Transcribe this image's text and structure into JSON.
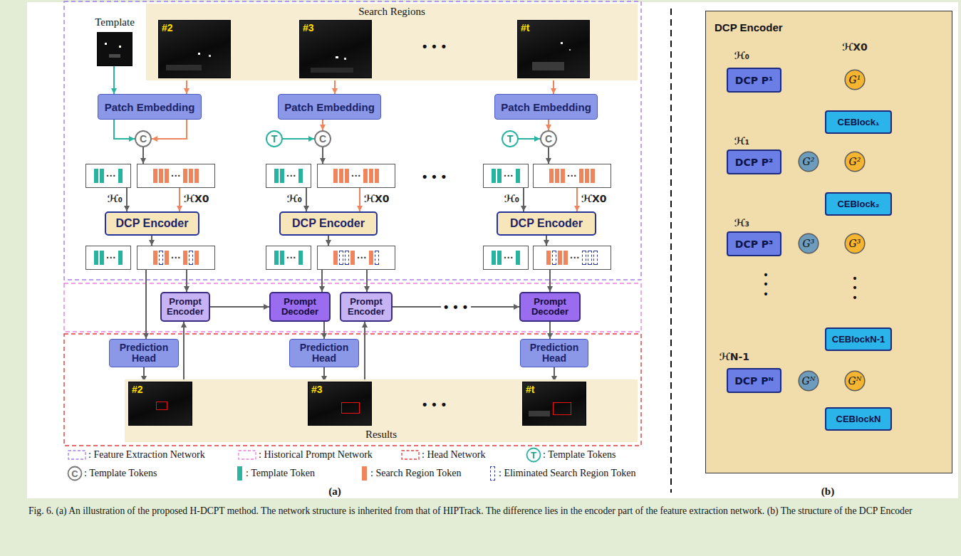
{
  "diagram": {
    "caption": "Fig. 6. (a) An illustration of the proposed H-DCPT method. The network structure is inherited from that of HIPTrack. The difference lies in the encoder part of the feature extraction network. (b) The structure of the DCP Encoder",
    "nodes": [
      {
        "text": [
          "Template"
        ]
      },
      {
        "text": [
          "Search Regions"
        ]
      },
      {
        "text": [
          "#2"
        ],
        "in": 1
      },
      {
        "text": [
          "#3"
        ],
        "in": 1
      },
      {
        "text": [
          "#t"
        ],
        "in": 1
      },
      {
        "text": [
          "Patch Embedding"
        ]
      },
      {
        "text": [
          "Patch Embedding"
        ]
      },
      {
        "text": [
          "Patch Embedding"
        ]
      },
      {
        "text": [
          "C"
        ]
      },
      {
        "text": [
          "T"
        ]
      },
      {
        "text": [
          "C"
        ]
      },
      {
        "text": [
          "T"
        ]
      },
      {
        "text": [
          "C"
        ]
      },
      {
        "text": [
          "···"
        ]
      },
      {
        "text": [
          "···"
        ]
      },
      {
        "text": [
          "···"
        ]
      },
      {
        "text": [
          "···"
        ]
      },
      {
        "text": [
          "···"
        ]
      },
      {
        "text": [
          "···"
        ]
      },
      {
        "text": [
          "DCP Encoder"
        ]
      },
      {
        "text": [
          "DCP Encoder"
        ]
      },
      {
        "text": [
          "DCP Encoder"
        ]
      },
      {
        "text": [
          "···"
        ]
      },
      {
        "text": [
          "···"
        ]
      },
      {
        "text": [
          "···"
        ]
      },
      {
        "text": [
          "···"
        ]
      },
      {
        "text": [
          "···"
        ]
      },
      {
        "text": [
          "···"
        ]
      },
      {
        "text": [
          "Prompt Encoder"
        ]
      },
      {
        "text": [
          "Prompt Decoder"
        ]
      },
      {
        "text": [
          "Prompt Encoder"
        ]
      },
      {
        "text": [
          "Prompt Decoder"
        ]
      },
      {
        "text": [
          "Prediction Head"
        ]
      },
      {
        "text": [
          "Prediction Head"
        ]
      },
      {
        "text": [
          "Prediction Head"
        ]
      },
      {
        "text": [
          "Results"
        ]
      },
      {
        "text": [
          "#2"
        ],
        "in": 35
      },
      {
        "text": [
          "#3"
        ],
        "in": 35
      },
      {
        "text": [
          "#t"
        ],
        "in": 35
      },
      {
        "text": [
          "DCP Encoder"
        ]
      },
      {
        "text": [
          "DCP P¹"
        ],
        "in": 39
      },
      {
        "text": [
          "G¹"
        ],
        "in": 39
      },
      {
        "text": [
          "CEBlock₁"
        ],
        "in": 39
      },
      {
        "text": [
          "DCP P²"
        ],
        "in": 39
      },
      {
        "text": [
          "G²"
        ],
        "in": 39
      },
      {
        "text": [
          "G²"
        ],
        "in": 39
      },
      {
        "text": [
          "CEBlock₂"
        ],
        "in": 39
      },
      {
        "text": [
          "DCP P³"
        ],
        "in": 39
      },
      {
        "text": [
          "G³"
        ],
        "in": 39
      },
      {
        "text": [
          "G³"
        ],
        "in": 39
      },
      {
        "text": [
          "CEBlockN-1"
        ],
        "in": 39
      },
      {
        "text": [
          "DCP Pᴺ"
        ],
        "in": 39
      },
      {
        "text": [
          "Gᴺ"
        ],
        "in": 39
      },
      {
        "text": [
          "Gᴺ"
        ],
        "in": 39
      },
      {
        "text": [
          "CEBlockN"
        ],
        "in": 39
      }
    ],
    "edges": [
      {
        "from": 0,
        "to": 5,
        "arrow": "to"
      },
      {
        "from": 2,
        "to": 5,
        "arrow": "to"
      },
      {
        "from": 3,
        "to": 6,
        "arrow": "to"
      },
      {
        "from": 4,
        "to": 7,
        "arrow": "to"
      },
      {
        "from": 5,
        "to": 8,
        "arrow": "to"
      },
      {
        "from": 5,
        "to": 8,
        "arrow": "to"
      },
      {
        "from": 9,
        "to": 10,
        "arrow": "to"
      },
      {
        "from": 6,
        "to": 10,
        "arrow": "to"
      },
      {
        "from": 11,
        "to": 12,
        "arrow": "to"
      },
      {
        "from": 7,
        "to": 12,
        "arrow": "to"
      },
      {
        "from": 8,
        "to": 14,
        "arrow": "to"
      },
      {
        "from": 10,
        "to": 16,
        "arrow": "to"
      },
      {
        "from": 12,
        "to": 18,
        "arrow": "to"
      },
      {
        "from": 13,
        "to": 19,
        "label": "ℋ₀",
        "arrow": "to"
      },
      {
        "from": 14,
        "to": 19,
        "label": "ℋX0",
        "arrow": "to"
      },
      {
        "from": 15,
        "to": 20,
        "label": "ℋ₀",
        "arrow": "to"
      },
      {
        "from": 16,
        "to": 20,
        "label": "ℋX0",
        "arrow": "to"
      },
      {
        "from": 17,
        "to": 21,
        "label": "ℋ₀",
        "arrow": "to"
      },
      {
        "from": 18,
        "to": 21,
        "label": "ℋX0",
        "arrow": "to"
      },
      {
        "from": 19,
        "to": 23,
        "arrow": "to"
      },
      {
        "from": 20,
        "to": 25,
        "arrow": "to"
      },
      {
        "from": 21,
        "to": 27,
        "arrow": "to"
      },
      {
        "from": 23,
        "to": 32,
        "arrow": "to"
      },
      {
        "from": 23,
        "to": 28,
        "arrow": "to"
      },
      {
        "from": 32,
        "to": 36,
        "arrow": "to"
      },
      {
        "from": 36,
        "to": 28,
        "arrow": "to"
      },
      {
        "from": 28,
        "to": 29,
        "arrow": "to"
      },
      {
        "from": 25,
        "to": 29,
        "arrow": "to"
      },
      {
        "from": 25,
        "to": 30,
        "arrow": "to"
      },
      {
        "from": 29,
        "to": 33,
        "arrow": "to"
      },
      {
        "from": 33,
        "to": 37,
        "arrow": "to"
      },
      {
        "from": 37,
        "to": 30,
        "arrow": "to"
      },
      {
        "from": 30,
        "to": 31,
        "label": "• • •",
        "arrow": "to"
      },
      {
        "from": 27,
        "to": 31,
        "arrow": "to"
      },
      {
        "from": 31,
        "to": 34,
        "arrow": "to"
      },
      {
        "from": 34,
        "to": 38,
        "arrow": "to"
      },
      {
        "from": 40,
        "to": 41,
        "arrow": "to"
      },
      {
        "from": 40,
        "to": 44,
        "arrow": "to"
      },
      {
        "from": 41,
        "to": 42,
        "arrow": "to"
      },
      {
        "from": 42,
        "to": 45,
        "arrow": "to"
      },
      {
        "from": 43,
        "to": 44,
        "arrow": "to"
      },
      {
        "from": 44,
        "to": 45,
        "arrow": "to"
      },
      {
        "from": 45,
        "to": 46,
        "arrow": "to"
      },
      {
        "from": 43,
        "to": 48,
        "arrow": "to"
      },
      {
        "from": 46,
        "to": 49,
        "arrow": "to"
      },
      {
        "from": 47,
        "to": 48,
        "arrow": "to"
      },
      {
        "from": 48,
        "to": 49,
        "arrow": "to"
      },
      {
        "from": 50,
        "to": 53,
        "arrow": "to"
      },
      {
        "from": 51,
        "to": 52,
        "arrow": "to"
      },
      {
        "from": 52,
        "to": 53,
        "arrow": "to"
      },
      {
        "from": 53,
        "to": 54,
        "arrow": "to"
      }
    ],
    "labels": [
      "• • •",
      "• • •",
      "• • •",
      "T",
      "C",
      "(a)",
      "(b)",
      "ℋ₀",
      "ℋX0",
      "ℋ₁",
      "ℋ₃",
      "ℋN-1",
      "• • •",
      "• • •"
    ],
    "legend": [
      {
        "text": ": Feature Extraction Network"
      },
      {
        "text": ": Historical Prompt Network"
      },
      {
        "text": ": Head Network"
      },
      {
        "text": ": Template Tokens"
      },
      {
        "text": ": Template Tokens"
      },
      {
        "text": ": Template Token",
        "color": "#2bb5a0"
      },
      {
        "text": ": Search Region Token",
        "color": "#f0845c"
      },
      {
        "text": ": Eliminated Search Region Token"
      }
    ]
  }
}
